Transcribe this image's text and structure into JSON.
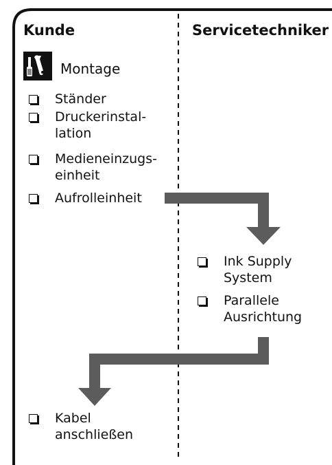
{
  "columns": {
    "left": "Kunde",
    "right": "Servicetechniker"
  },
  "section": {
    "icon": "tools-icon",
    "label": "Montage"
  },
  "customer_steps": [
    [
      "Ständer"
    ],
    [
      "Druckerinstal-",
      "lation"
    ],
    [
      "Medieneinzugs-",
      "einheit"
    ],
    [
      "Aufrolleinheit"
    ]
  ],
  "technician_steps": [
    [
      "Ink Supply",
      "System"
    ],
    [
      "Parallele",
      "Ausrichtung"
    ]
  ],
  "final_steps": [
    [
      "Kabel",
      "anschließen"
    ]
  ],
  "colors": {
    "arrow": "#5c5c5c",
    "frame": "#111111",
    "icon_bg": "#111111"
  }
}
